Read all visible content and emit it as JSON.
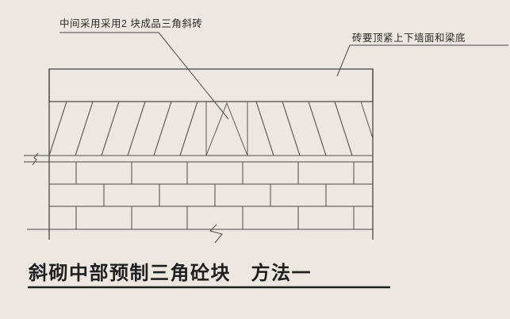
{
  "drawing": {
    "annotation_left": "中间采用采用2 块成品三角斜砖",
    "annotation_right": "砖要顶紧上下墙面和梁底",
    "title": "斜砌中部预制三角砼块　方法一"
  },
  "colors": {
    "background": "#ece7e0",
    "line": "#4a4a4a",
    "text": "#2b2b2b"
  }
}
